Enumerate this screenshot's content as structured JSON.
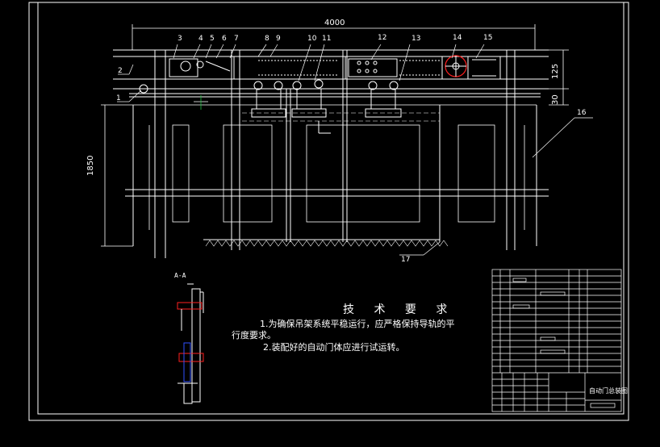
{
  "dimensions": {
    "overall_width": "4000",
    "height": "1850",
    "track_height": "125",
    "track_offset": "30"
  },
  "part_numbers": [
    "1",
    "2",
    "3",
    "4",
    "5",
    "6",
    "7",
    "8",
    "9",
    "10",
    "11",
    "12",
    "13",
    "14",
    "15",
    "16",
    "17"
  ],
  "section_label": "A-A",
  "technical_requirements": {
    "title": "技 术 要 求",
    "line1": "1.为确保吊架系统平稳运行，应严格保持导轨的平",
    "line2": "行度要求。",
    "line3": "2.装配好的自动门体应进行试运转。"
  },
  "title_block": {
    "drawing_title": "自动门总装图"
  },
  "colors": {
    "background": "#000000",
    "line": "#ffffff",
    "accent_red": "#ff2020",
    "accent_blue": "#3050ff",
    "accent_green": "#20c040"
  }
}
